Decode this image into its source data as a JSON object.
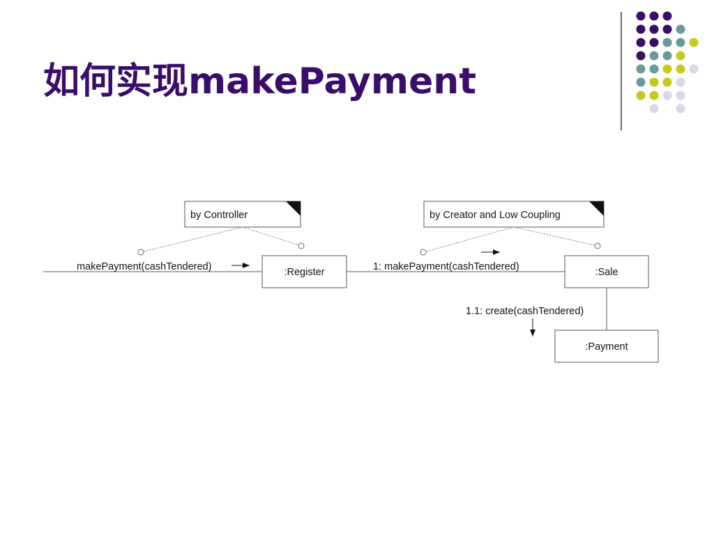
{
  "slide": {
    "title": "如何实现makePayment",
    "accent_colors": [
      "#3b0d6b",
      "#6b9a9c",
      "#c8c81a",
      "#d8d8e8"
    ]
  },
  "diagram": {
    "type": "UML communication diagram",
    "notes": {
      "controller": "by Controller",
      "creator": "by Creator and Low Coupling"
    },
    "objects": {
      "register": ":Register",
      "sale": ":Sale",
      "payment": ":Payment"
    },
    "messages": {
      "incoming": "makePayment(cashTendered)",
      "register_to_sale": "1: makePayment(cashTendered)",
      "sale_to_payment": "1.1: create(cashTendered)"
    }
  }
}
